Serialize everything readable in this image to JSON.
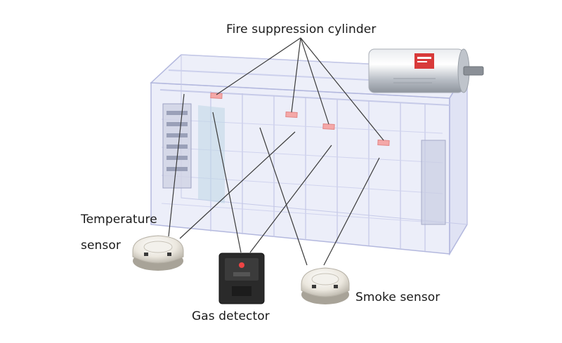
{
  "labels": {
    "fire_suppression": "Fire suppression cylinder",
    "temperature_line1": "Temperature",
    "temperature_line2": "sensor",
    "gas_detector": "Gas detector",
    "smoke_sensor": "Smoke sensor"
  },
  "colors": {
    "container_tint": "#d9dcf2",
    "container_edge": "#b9bde0",
    "leader_line": "#3a3a3a",
    "nozzle": "#f4a8a8",
    "cylinder_metal": "#c8ccd2",
    "cylinder_label_red": "#d83a3a",
    "sensor_body": "#e9e6df",
    "detector_body": "#2a2a2a"
  },
  "icons": [
    "container-illustration",
    "fire-suppression-cylinder-image",
    "temperature-sensor-image",
    "gas-detector-image",
    "smoke-sensor-image"
  ]
}
